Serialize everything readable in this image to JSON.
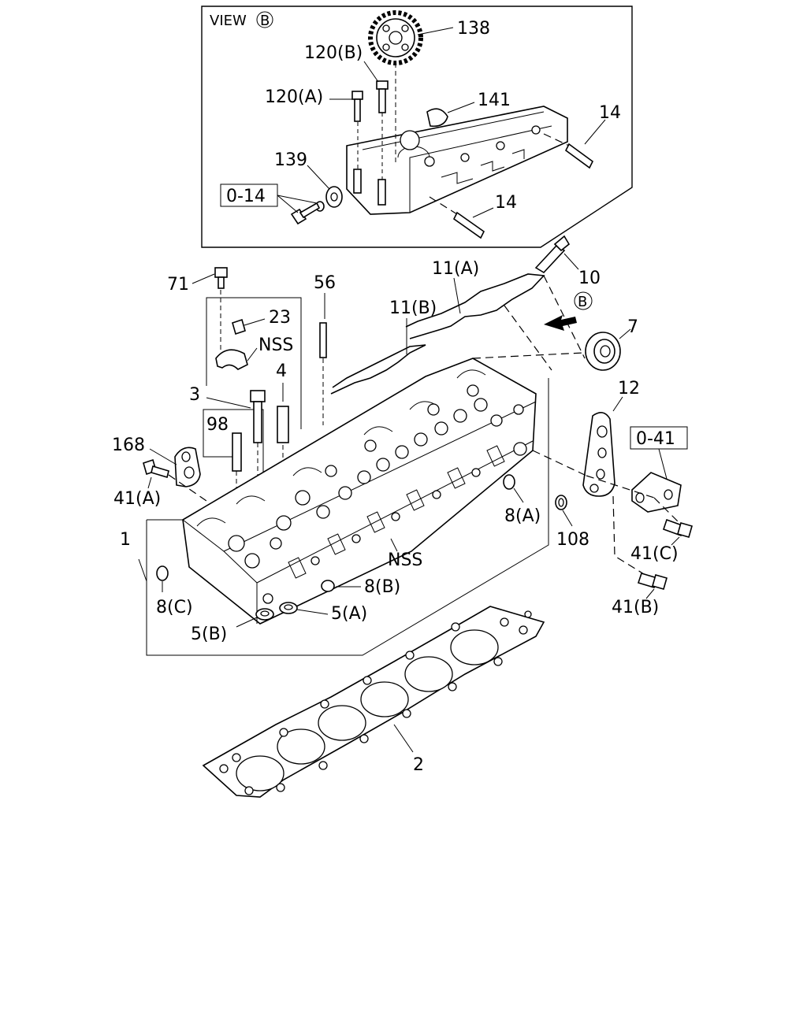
{
  "view": {
    "title": "VIEW",
    "marker": "B"
  },
  "direction_marker": "B",
  "refs": {
    "ref_014": "0-14",
    "ref_041": "0-41"
  },
  "labels": {
    "p138": "138",
    "p120b": "120(B)",
    "p120a": "120(A)",
    "p141": "141",
    "p14a": "14",
    "p14b": "14",
    "p139": "139",
    "p71": "71",
    "p56": "56",
    "p11a": "11(A)",
    "p11b": "11(B)",
    "p10": "10",
    "p23": "23",
    "nss1": "NSS",
    "p7": "7",
    "p4": "4",
    "p3": "3",
    "p12": "12",
    "p98": "98",
    "p168": "168",
    "p41a": "41(A)",
    "p8a": "8(A)",
    "p108": "108",
    "p1": "1",
    "p41c": "41(C)",
    "nss2": "NSS",
    "p8b": "8(B)",
    "p41b": "41(B)",
    "p8c": "8(C)",
    "p5a": "5(A)",
    "p5b": "5(B)",
    "p2": "2"
  },
  "icons": [
    "gear-icon",
    "bolt-icon",
    "stud-icon",
    "gasket-icon",
    "bracket-icon",
    "arrow-icon"
  ]
}
